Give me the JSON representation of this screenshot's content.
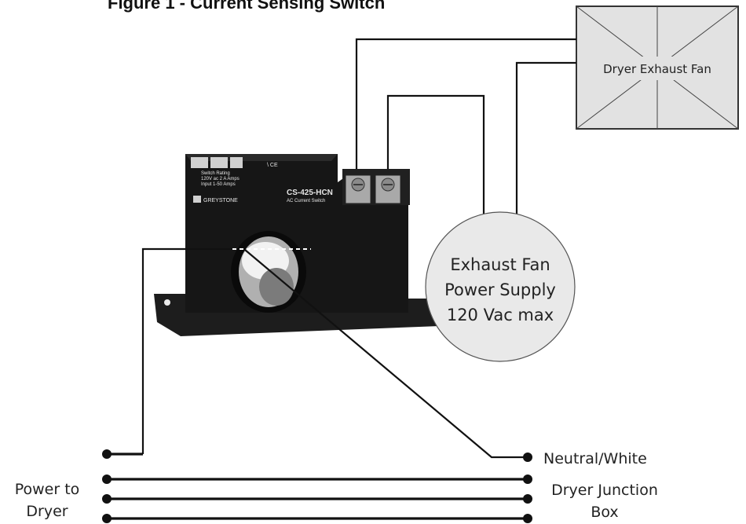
{
  "figure": {
    "title": "Figure 1 - Current Sensing Switch"
  },
  "sensor": {
    "model": "CS-425-HCN",
    "subtitle": "AC Current Switch",
    "brand": "GREYSTONE",
    "rating_line1": "Switch Rating",
    "rating_line2": "120V ac 2 A Amps",
    "rating_line3": "Input 1-50 Amps"
  },
  "fan_box": {
    "label": "Dryer Exhaust Fan"
  },
  "power_supply": {
    "line1": "Exhaust Fan",
    "line2": "Power Supply",
    "line3": "120 Vac max"
  },
  "left_labels": {
    "line1": "Power to",
    "line2": "Dryer"
  },
  "right_labels": {
    "neutral": "Neutral/White",
    "line1": "Dryer Junction",
    "line2": "Box"
  },
  "colors": {
    "fan_fill": "#e2e2e2",
    "supply_fill": "#e9e9e9",
    "sensor_body": "#161616"
  }
}
